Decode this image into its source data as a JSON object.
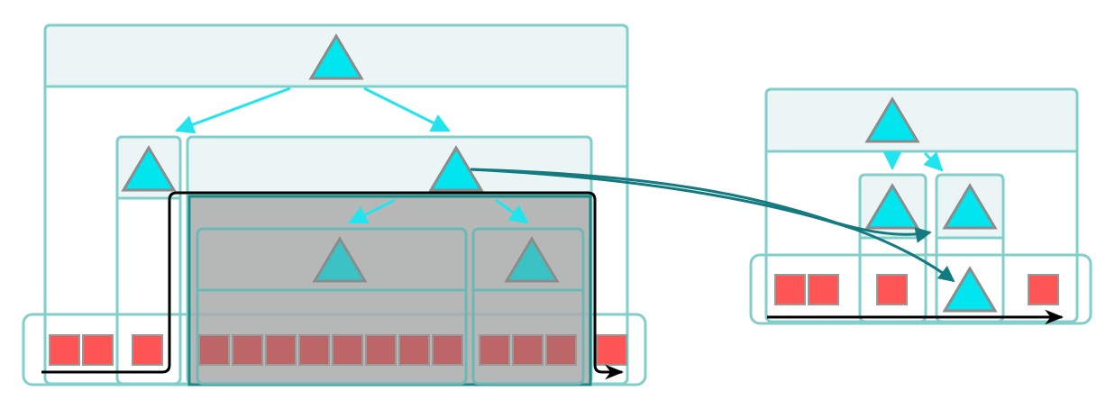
{
  "colors": {
    "box_stroke": "#80CFCB",
    "header_fill": "#ECF5F6",
    "triangle_fill": "#00E5EE",
    "triangle_stroke": "#8C8C8C",
    "leaf_fill": "#FF5555",
    "shaded_fill": "#A9ABAB",
    "shaded_outline": "#1A8A8A",
    "tree_arrow": "#22E4EE",
    "cross_arrow": "#147A80",
    "path_line": "#000000"
  },
  "icons": {
    "node": "triangle-icon",
    "leaf": "square-icon",
    "arrow": "arrow-icon"
  },
  "diagram": {
    "left_tree": {
      "leaf_count": 15,
      "highlighted_leaf_count": 11,
      "child_nodes": 2,
      "grandchild_nodes": 2
    },
    "right_tree": {
      "leaf_count": 5,
      "child_nodes": 3
    }
  }
}
